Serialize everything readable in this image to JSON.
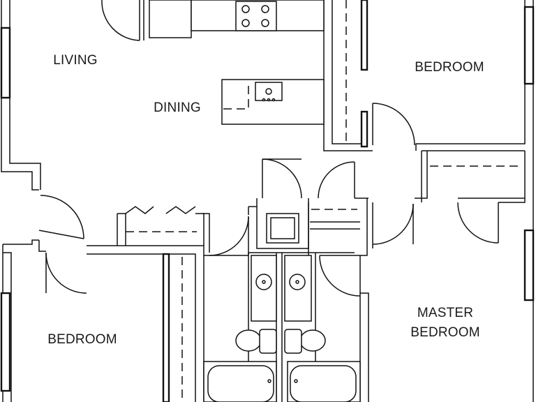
{
  "floorplan": {
    "colors": {
      "line": "#111111",
      "background": "#ffffff"
    },
    "rooms": {
      "living": "LIVING",
      "dining": "DINING",
      "bedroom_top": "BEDROOM",
      "bedroom_left": "BEDROOM",
      "master_line1": "MASTER",
      "master_line2": "BEDROOM"
    }
  }
}
